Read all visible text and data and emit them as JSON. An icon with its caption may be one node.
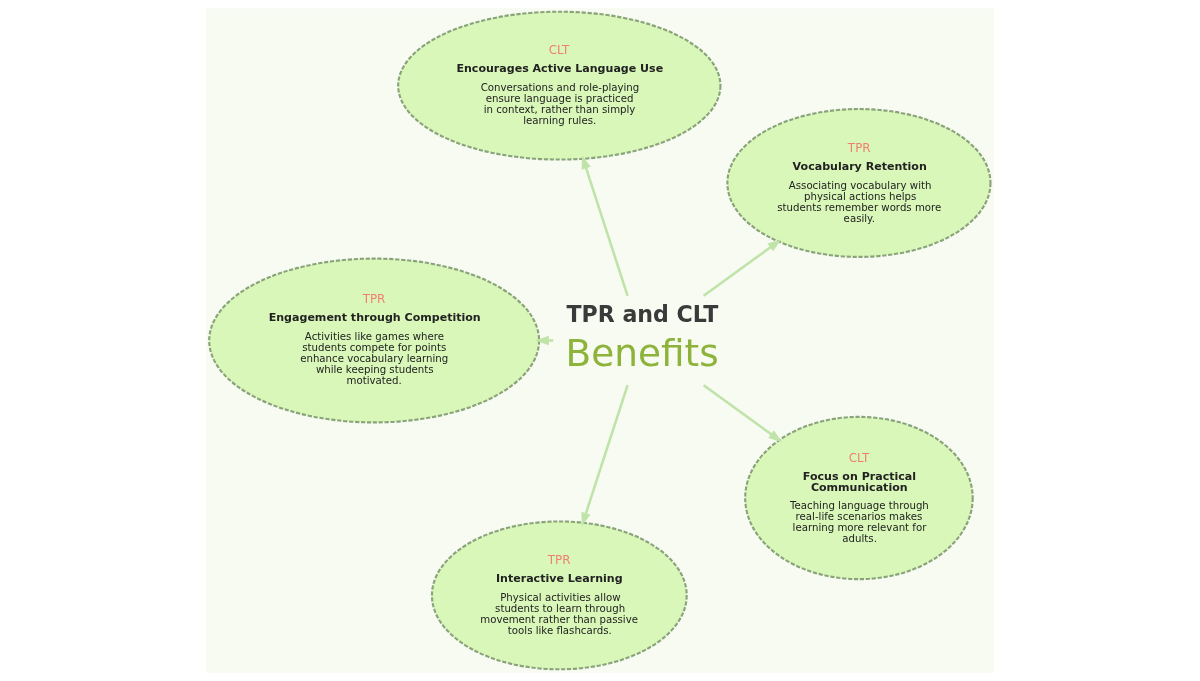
{
  "diagram": {
    "nodes": [
      {
        "text": [
          "TPR and CLT",
          "Benefits"
        ]
      },
      {
        "text": [
          "TPR",
          "Vocabulary Retention",
          "Associating vocabulary with physical actions helps students remember words more easily."
        ]
      },
      {
        "text": [
          "CLT",
          "Encourages Active Language Use",
          "Conversations and role-playing ensure language is practiced in context, rather than simply learning rules."
        ]
      },
      {
        "text": [
          "TPR",
          "Engagement through Competition",
          "Activities like games where students compete for points enhance vocabulary learning while keeping students motivated."
        ]
      },
      {
        "text": [
          "TPR",
          "Interactive Learning",
          "Physical activities allow students to learn through movement rather than passive tools like flashcards."
        ]
      },
      {
        "text": [
          "CLT",
          "Focus on Practical Communication",
          "Teaching language through real-life scenarios makes learning more relevant for adults."
        ]
      }
    ],
    "edges": [
      {
        "from": 0,
        "to": 1,
        "arrow": "to"
      },
      {
        "from": 0,
        "to": 2,
        "arrow": "to"
      },
      {
        "from": 0,
        "to": 3,
        "arrow": "to"
      },
      {
        "from": 0,
        "to": 4,
        "arrow": "to"
      },
      {
        "from": 0,
        "to": 5,
        "arrow": "to"
      }
    ]
  }
}
